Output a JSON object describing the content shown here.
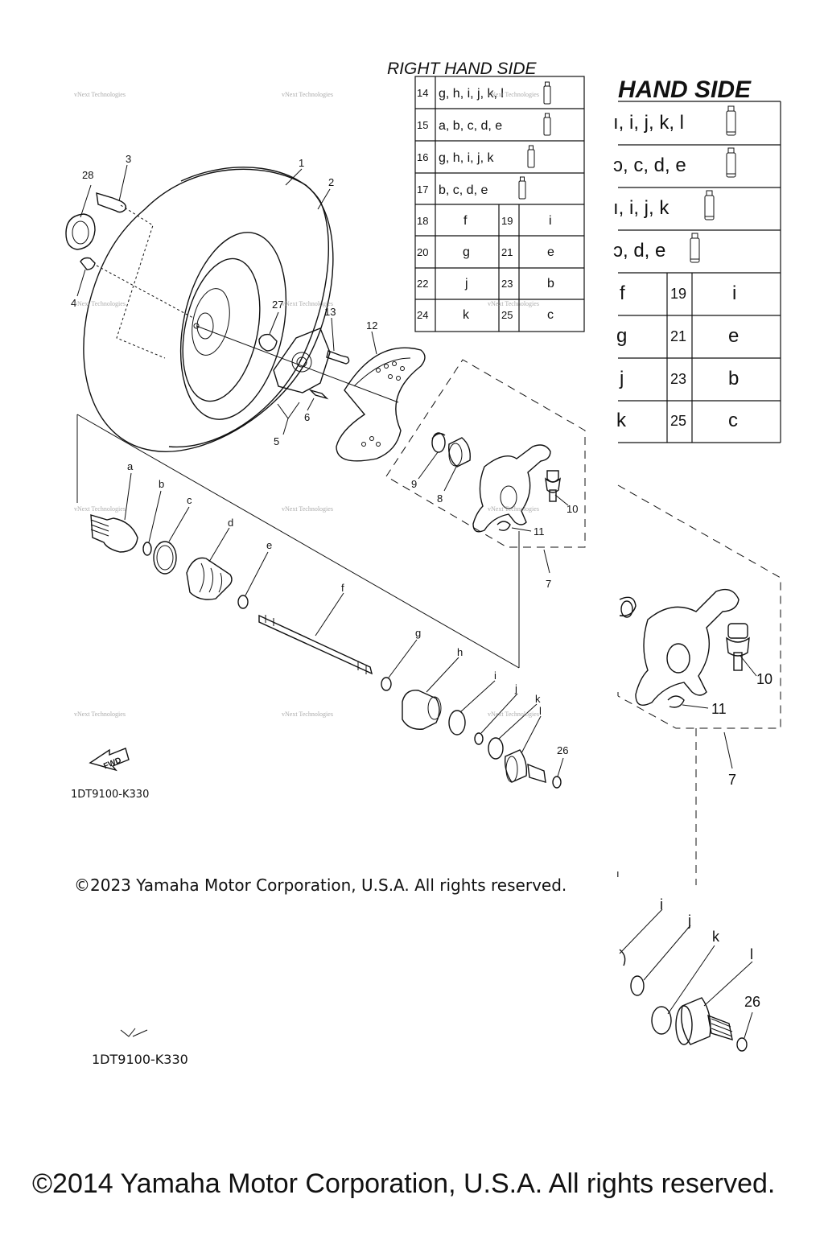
{
  "small_table": {
    "title": "RIGHT HAND SIDE",
    "rows": [
      {
        "num": "14",
        "text": "g, h, i, j, k, l"
      },
      {
        "num": "15",
        "text": "a, b, c, d, e"
      },
      {
        "num": "16",
        "text": "g, h, i, j, k"
      },
      {
        "num": "17",
        "text": "b, c, d, e"
      }
    ],
    "pairs": [
      {
        "n1": "18",
        "v1": "f",
        "n2": "19",
        "v2": "i"
      },
      {
        "n1": "20",
        "v1": "g",
        "n2": "21",
        "v2": "e"
      },
      {
        "n1": "22",
        "v1": "j",
        "n2": "23",
        "v2": "b"
      },
      {
        "n1": "24",
        "v1": "k",
        "n2": "25",
        "v2": "c"
      }
    ]
  },
  "large_table": {
    "title": "HAND SIDE",
    "rows": [
      {
        "text": "ı, i, j, k, l"
      },
      {
        "text": "ɔ, c, d, e"
      },
      {
        "text": "ı, i, j, k"
      },
      {
        "text": "ɔ, d, e"
      }
    ],
    "pairs": [
      {
        "v1": "f",
        "n2": "19",
        "v2": "i"
      },
      {
        "v1": "g",
        "n2": "21",
        "v2": "e"
      },
      {
        "v1": "j",
        "n2": "23",
        "v2": "b"
      },
      {
        "v1": "k",
        "n2": "25",
        "v2": "c"
      }
    ]
  },
  "callouts": {
    "c1": "1",
    "c2": "2",
    "c3": "3",
    "c4": "4",
    "c5": "5",
    "c6": "6",
    "c7": "7",
    "c8": "8",
    "c9": "9",
    "c10": "10",
    "c11": "11",
    "c12": "12",
    "c13": "13",
    "c26": "26",
    "c27": "27",
    "c28": "28",
    "a": "a",
    "b": "b",
    "c": "c",
    "d": "d",
    "e": "e",
    "f": "f",
    "g": "g",
    "h": "h",
    "i": "i",
    "j": "j",
    "k": "k",
    "l": "l",
    "big_i": "i",
    "big_j": "j",
    "big_k": "k",
    "big_l": "l",
    "big_26": "26",
    "big_10": "10",
    "big_11": "11",
    "big_7": "7"
  },
  "watermark": "vNext Technologies",
  "fwd_label": "FWD",
  "diagram_code_small": "1DT9100-K330",
  "diagram_code_large": "1DT9100-K330",
  "copyright_small": "©2023 Yamaha Motor Corporation, U.S.A. All rights reserved.",
  "copyright_large": "©2014 Yamaha Motor Corporation, U.S.A. All rights reserved."
}
